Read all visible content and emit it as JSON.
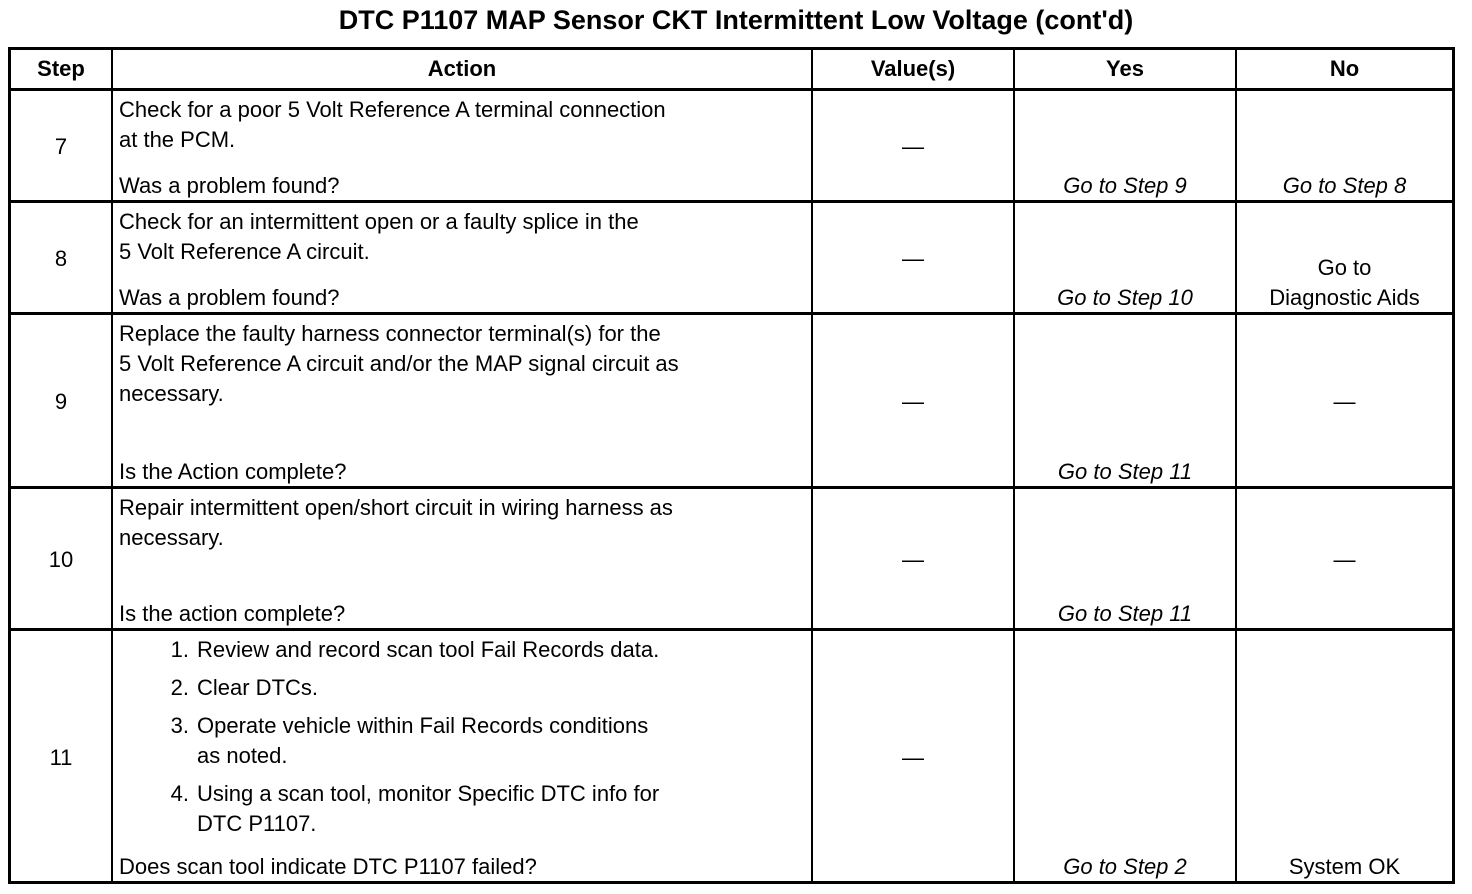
{
  "title": "DTC P1107 MAP Sensor CKT Intermittent Low Voltage (cont'd)",
  "headers": {
    "step": "Step",
    "action": "Action",
    "values": "Value(s)",
    "yes": "Yes",
    "no": "No"
  },
  "rows": [
    {
      "step": "7",
      "action": [
        "Check for a poor 5 Volt Reference A terminal connection",
        "at the PCM."
      ],
      "question": "Was a problem found?",
      "value": "—",
      "yes": "Go to Step 9",
      "no": [
        "Go to Step 8"
      ],
      "no_italic": true
    },
    {
      "step": "8",
      "action": [
        "Check for an intermittent open or a faulty splice in the",
        "5 Volt Reference A circuit."
      ],
      "question": "Was a problem found?",
      "value": "—",
      "yes": "Go to Step 10",
      "no": [
        "Go to",
        "Diagnostic Aids"
      ],
      "no_italic": false
    },
    {
      "step": "9",
      "action": [
        "Replace the faulty harness connector terminal(s) for the",
        "5 Volt Reference A circuit and/or the MAP signal circuit as",
        "necessary."
      ],
      "question": "Is the Action complete?",
      "value": "—",
      "yes": "Go to Step 11",
      "no": [
        "—"
      ],
      "no_italic": false
    },
    {
      "step": "10",
      "action": [
        "Repair intermittent open/short circuit in wiring harness as",
        "necessary."
      ],
      "question": "Is the action complete?",
      "value": "—",
      "yes": "Go to Step 11",
      "no": [
        "—"
      ],
      "no_italic": false
    },
    {
      "step": "11",
      "list": [
        {
          "n": "1.",
          "t": [
            "Review and record scan tool Fail Records data."
          ]
        },
        {
          "n": "2.",
          "t": [
            "Clear DTCs."
          ]
        },
        {
          "n": "3.",
          "t": [
            "Operate vehicle within Fail Records conditions",
            "as noted."
          ]
        },
        {
          "n": "4.",
          "t": [
            "Using a scan tool, monitor Specific DTC info for",
            "DTC P1107."
          ]
        }
      ],
      "question": "Does scan tool indicate DTC P1107 failed?",
      "value": "—",
      "yes": "Go to Step 2",
      "no": [
        "System OK"
      ],
      "no_italic": false
    }
  ]
}
